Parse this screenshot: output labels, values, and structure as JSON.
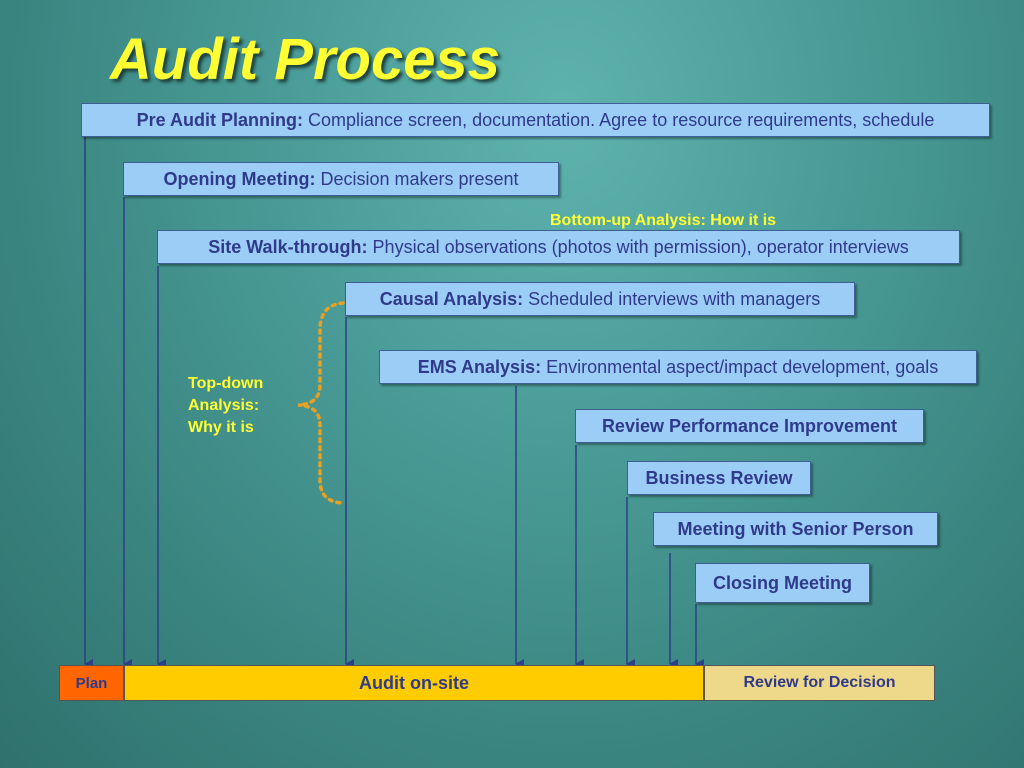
{
  "title": "Audit Process",
  "steps": [
    {
      "label": "Pre Audit Planning:",
      "desc": "Compliance screen, documentation. Agree to resource requirements, schedule"
    },
    {
      "label": "Opening Meeting:",
      "desc": "Decision makers present"
    },
    {
      "label": "Site Walk-through:",
      "desc": "Physical observations (photos with permission), operator interviews"
    },
    {
      "label": "Causal Analysis:",
      "desc": "Scheduled interviews with managers"
    },
    {
      "label": "EMS Analysis:",
      "desc": "Environmental aspect/impact development, goals"
    },
    {
      "label": "Review Performance Improvement"
    },
    {
      "label": "Business Review"
    },
    {
      "label": "Meeting with Senior Person"
    },
    {
      "label": "Closing Meeting"
    }
  ],
  "notes": {
    "bottom_up": "Bottom-up Analysis: How it is",
    "top_down_1": "Top-down",
    "top_down_2": "Analysis:",
    "top_down_3": "Why it is"
  },
  "phases": {
    "plan": "Plan",
    "onsite": "Audit on-site",
    "review": "Review for Decision"
  },
  "colors": {
    "title": "#ffff33",
    "box": "#9ccdf7",
    "box_text": "#2f3a8a",
    "plan": "#ff6600",
    "onsite": "#ffcc00",
    "review": "#eed88a",
    "brace": "#e8a020"
  }
}
